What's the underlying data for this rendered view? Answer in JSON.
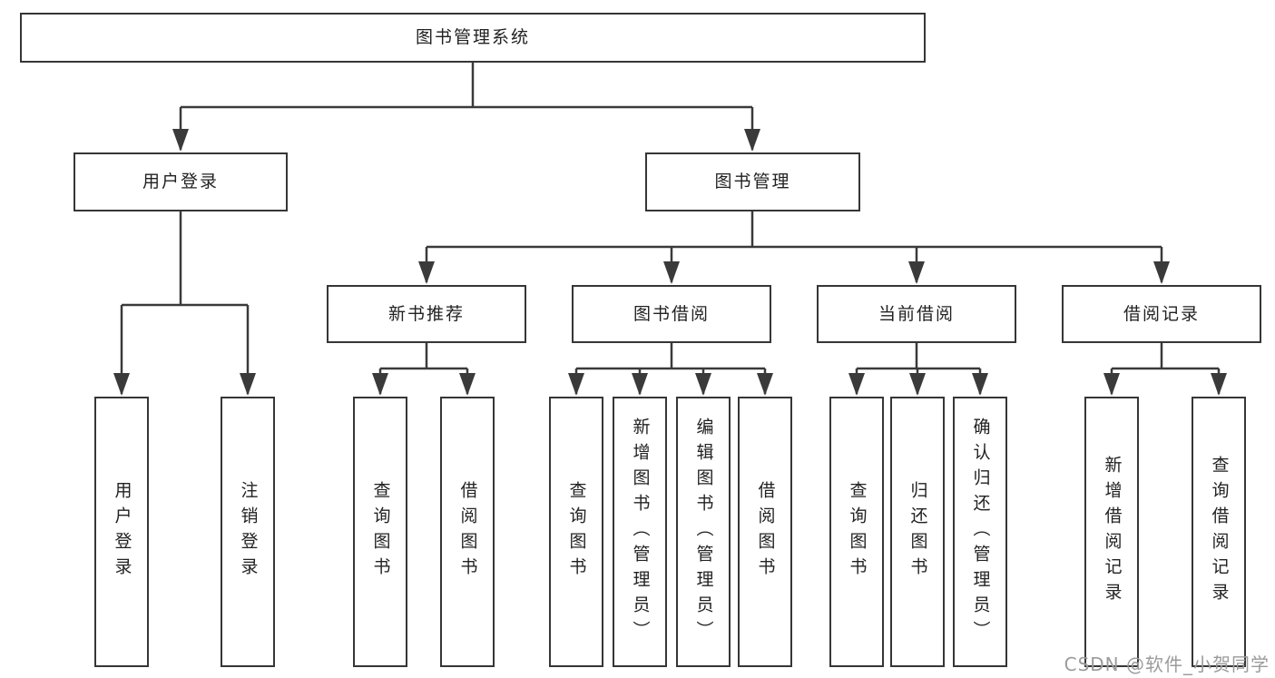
{
  "diagram": {
    "title": "图书管理系统",
    "level2": {
      "user_login": "用户登录",
      "book_management": "图书管理"
    },
    "level3": {
      "new_book_recommend": "新书推荐",
      "book_borrow": "图书借阅",
      "current_borrow": "当前借阅",
      "borrow_records": "借阅记录"
    },
    "leaves": {
      "user_login": "用户登录",
      "logout": "注销登录",
      "nb_query_books": "查询图书",
      "nb_borrow_books": "借阅图书",
      "bw_query_books": "查询图书",
      "bw_add_books_admin": "新增图书（管理员）",
      "bw_edit_books_admin": "编辑图书（管理员）",
      "bw_borrow_books": "借阅图书",
      "cu_query_books": "查询图书",
      "cu_return_books": "归还图书",
      "cu_confirm_return_admin": "确认归还（管理员）",
      "re_add_record": "新增借阅记录",
      "re_query_record": "查询借阅记录"
    }
  },
  "watermark": "CSDN @软件_小贺同学",
  "colors": {
    "line": "#3a3a3a",
    "box_border": "#363636",
    "text": "#222222",
    "watermark": "#9b9b9b",
    "background": "#ffffff"
  }
}
